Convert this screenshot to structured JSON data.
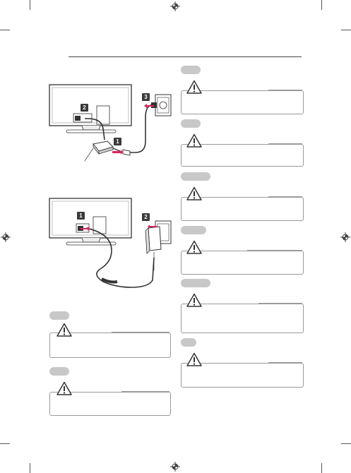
{
  "markers": {
    "top_diagram": [
      "1",
      "2",
      "3"
    ],
    "bottom_diagram": [
      "1",
      "2"
    ]
  },
  "icons": {
    "warning": "warning-triangle-icon",
    "registration": "registration-mark-icon"
  },
  "colors": {
    "accent_arrow": "#d8265a",
    "pill": "#c8c8c8",
    "line": "#9a9a9a",
    "marker": "#3a3a3a"
  }
}
